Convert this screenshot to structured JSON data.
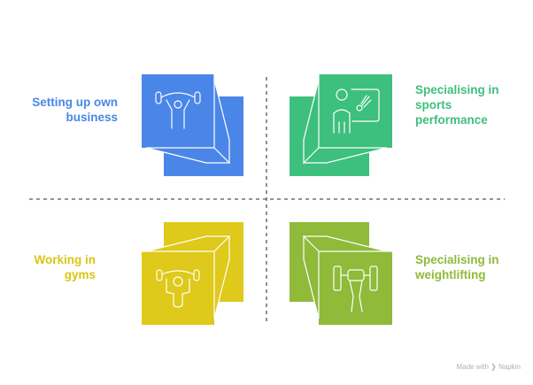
{
  "quadrants": [
    {
      "id": "top-left",
      "lines": [
        "Setting up own",
        "business"
      ],
      "color": "#4a86e8",
      "icon": "weightlifter-overhead-icon"
    },
    {
      "id": "top-right",
      "lines": [
        "Specialising in",
        "sports",
        "performance"
      ],
      "color": "#3dbf7e",
      "icon": "coach-badminton-board-icon"
    },
    {
      "id": "bottom-left",
      "lines": [
        "Working in",
        "gyms"
      ],
      "color": "#d9c614",
      "icon": "weightlifter-icon"
    },
    {
      "id": "bottom-right",
      "lines": [
        "Specialising in",
        "weightlifting"
      ],
      "color": "#8fba3a",
      "icon": "hand-dumbbell-icon"
    }
  ],
  "footer": {
    "text": "Made with",
    "brand": "Napkin"
  }
}
